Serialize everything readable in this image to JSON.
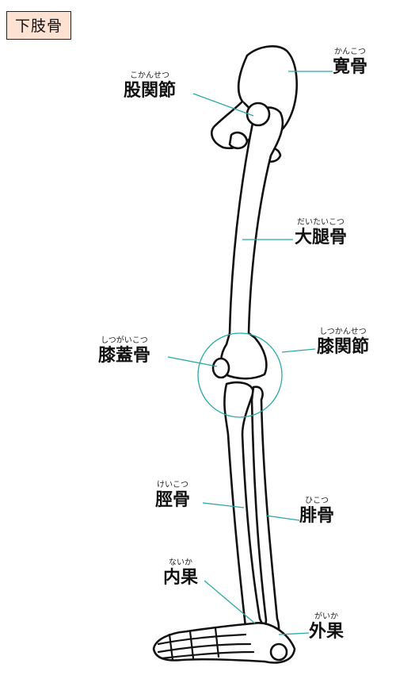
{
  "title": "下肢骨",
  "accent_color": "#2ba8a2",
  "title_bg": "#fde2d4",
  "labels": {
    "hip_bone": {
      "ruby": "かんこつ",
      "text": "寛骨"
    },
    "hip_joint": {
      "ruby": "こかんせつ",
      "text": "股関節"
    },
    "femur": {
      "ruby": "だいたいこつ",
      "text": "大腿骨"
    },
    "patella": {
      "ruby": "しつがいこつ",
      "text": "膝蓋骨"
    },
    "knee_joint": {
      "ruby": "しつかんせつ",
      "text": "膝関節"
    },
    "tibia": {
      "ruby": "けいこつ",
      "text": "脛骨"
    },
    "fibula": {
      "ruby": "ひこつ",
      "text": "腓骨"
    },
    "medial_malleolus": {
      "ruby": "ないか",
      "text": "内果"
    },
    "lateral_malleolus": {
      "ruby": "がいか",
      "text": "外果"
    }
  }
}
